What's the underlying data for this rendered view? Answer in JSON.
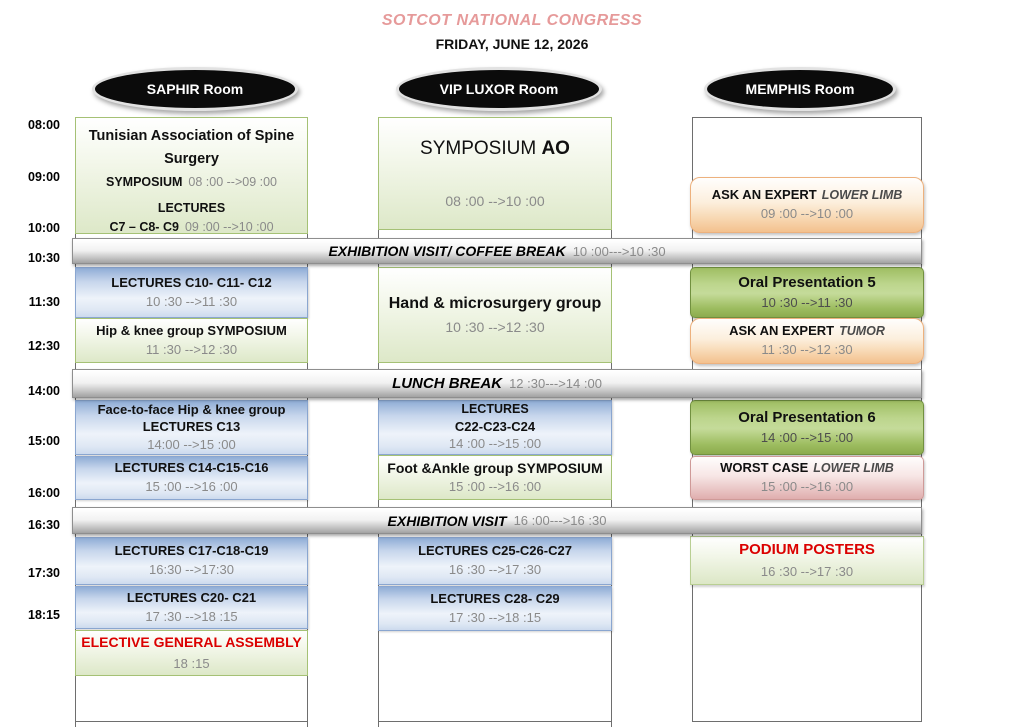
{
  "header": {
    "title": "SOTCOT NATIONAL CONGRESS",
    "date": "FRIDAY, JUNE 12, 2026"
  },
  "rooms": {
    "saphir": "SAPHIR Room",
    "vip": "VIP LUXOR Room",
    "memphis": "MEMPHIS Room"
  },
  "times": [
    "08:00",
    "09:00",
    "10:00",
    "10:30",
    "11:30",
    "12:30",
    "14:00",
    "15:00",
    "16:00",
    "16:30",
    "17:30",
    "18:15"
  ],
  "breaks": {
    "coffee": {
      "label": "EXHIBITION VISIT/ COFFEE BREAK",
      "time": "10 :00--->10 :30"
    },
    "lunch": {
      "label": "LUNCH BREAK",
      "time": "12 :30--->14 :00"
    },
    "exhibition": {
      "label": "EXHIBITION VISIT",
      "time": "16 :00--->16 :30"
    }
  },
  "saphir": {
    "tunisian": {
      "title1": "Tunisian Association of Spine",
      "title2": "Surgery",
      "symposium_label": "SYMPOSIUM",
      "symposium_time": "08 :00 -->09 :00",
      "lectures_label": "LECTURES",
      "lectures_codes": "C7 – C8- C9",
      "lectures_time": "09 :00 -->10 :00"
    },
    "c10": {
      "title": "LECTURES  C10- C11- C12",
      "time": "10 :30 -->11 :30"
    },
    "hip_knee": {
      "title": "Hip & knee group SYMPOSIUM",
      "time": "11 :30 -->12 :30"
    },
    "face_to_face": {
      "title1": "Face-to-face Hip & knee group",
      "title2": "LECTURES C13",
      "time": "14:00 -->15 :00"
    },
    "c14": {
      "title": "LECTURES C14-C15-C16",
      "time": "15 :00 -->16 :00"
    },
    "c17": {
      "title": "LECTURES C17-C18-C19",
      "time": "16:30 -->17:30"
    },
    "c20": {
      "title": "LECTURES C20- C21",
      "time": "17 :30 -->18 :15"
    },
    "assembly": {
      "title": "ELECTIVE GENERAL ASSEMBLY",
      "time": "18 :15"
    }
  },
  "vip": {
    "ao": {
      "title_regular": "SYMPOSIUM",
      "title_bold": "AO",
      "time": "08 :00 -->10 :00"
    },
    "hand": {
      "title": "Hand & microsurgery group",
      "time": "10 :30 -->12 :30"
    },
    "c22": {
      "title1": "LECTURES",
      "title2": "C22-C23-C24",
      "time": "14 :00 -->15 :00"
    },
    "foot_ankle": {
      "title": "Foot &Ankle group SYMPOSIUM",
      "time": "15 :00 -->16 :00"
    },
    "c25": {
      "title": "LECTURES C25-C26-C27",
      "time": "16 :30 -->17 :30"
    },
    "c28": {
      "title": "LECTURES C28- C29",
      "time": "17 :30 -->18 :15"
    }
  },
  "memphis": {
    "ask_lower_limb": {
      "title": "ASK AN EXPERT",
      "qualifier": "LOWER LIMB",
      "time": "09 :00 -->10 :00"
    },
    "oral5": {
      "title": "Oral Presentation 5",
      "time": "10 :30 -->11 :30"
    },
    "ask_tumor": {
      "title": "ASK AN EXPERT",
      "qualifier": "TUMOR",
      "time": "11 :30 -->12 :30"
    },
    "oral6": {
      "title": "Oral Presentation 6",
      "time": "14 :00 -->15 :00"
    },
    "worst_case": {
      "title": "WORST CASE",
      "qualifier": "LOWER LIMB",
      "time": "15 :00 -->16 :00"
    },
    "podium": {
      "title": "PODIUM POSTERS",
      "time": "16 :30 -->17 :30"
    }
  },
  "palette": {
    "title_pink": "#e69a9a",
    "alert_red": "#db0000",
    "time_gray": "#8a8a8a",
    "blue_block": "#95b3d7",
    "light_green_block": "#dde8c8",
    "dark_green_block": "#9bbb59",
    "orange_block": "#f3c18e",
    "pink_block": "#e0aeae",
    "break_bar_gray": "#a6a6a6",
    "room_oval_black": "#0b0b0b"
  }
}
